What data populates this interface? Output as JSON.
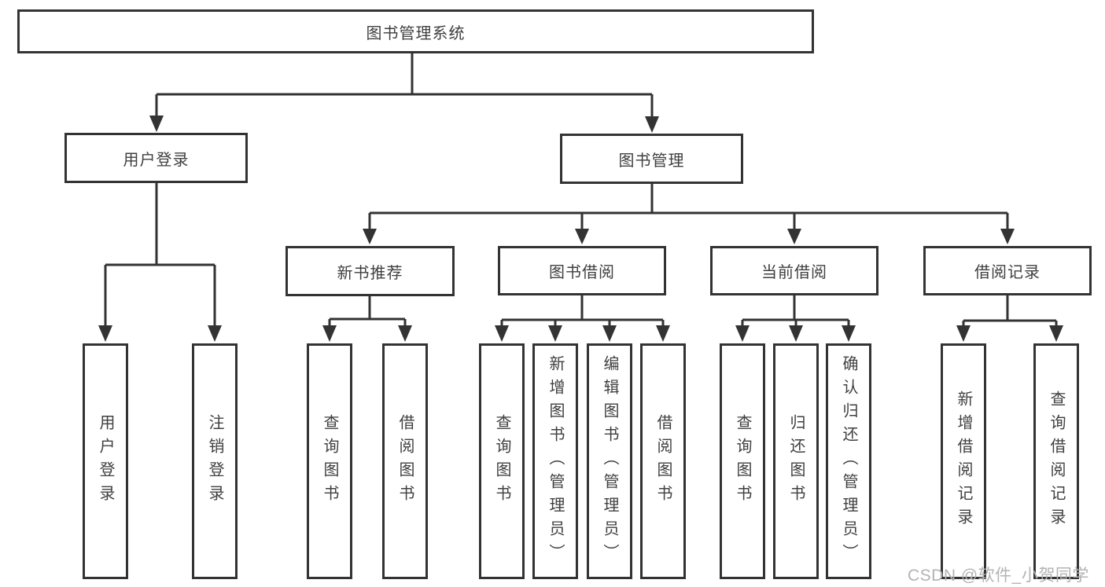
{
  "tree": {
    "label": "图书管理系统",
    "children": [
      {
        "label": "用户登录",
        "children": [
          {
            "label": "用户登录"
          },
          {
            "label": "注销登录"
          }
        ]
      },
      {
        "label": "图书管理",
        "children": [
          {
            "label": "新书推荐",
            "children": [
              {
                "label": "查询图书"
              },
              {
                "label": "借阅图书"
              }
            ]
          },
          {
            "label": "图书借阅",
            "children": [
              {
                "label": "查询图书"
              },
              {
                "label": "新增图书（管理员）"
              },
              {
                "label": "编辑图书（管理员）"
              },
              {
                "label": "借阅图书"
              }
            ]
          },
          {
            "label": "当前借阅",
            "children": [
              {
                "label": "查询图书"
              },
              {
                "label": "归还图书"
              },
              {
                "label": "确认归还（管理员）"
              }
            ]
          },
          {
            "label": "借阅记录",
            "children": [
              {
                "label": "新增借阅记录"
              },
              {
                "label": "查询借阅记录"
              }
            ]
          }
        ]
      }
    ]
  },
  "watermark": "CSDN @软件_小贺同学",
  "colors": {
    "line": "#333333",
    "text": "#3f3f3f",
    "watermark": "#b3b3b3",
    "background": "#ffffff"
  }
}
